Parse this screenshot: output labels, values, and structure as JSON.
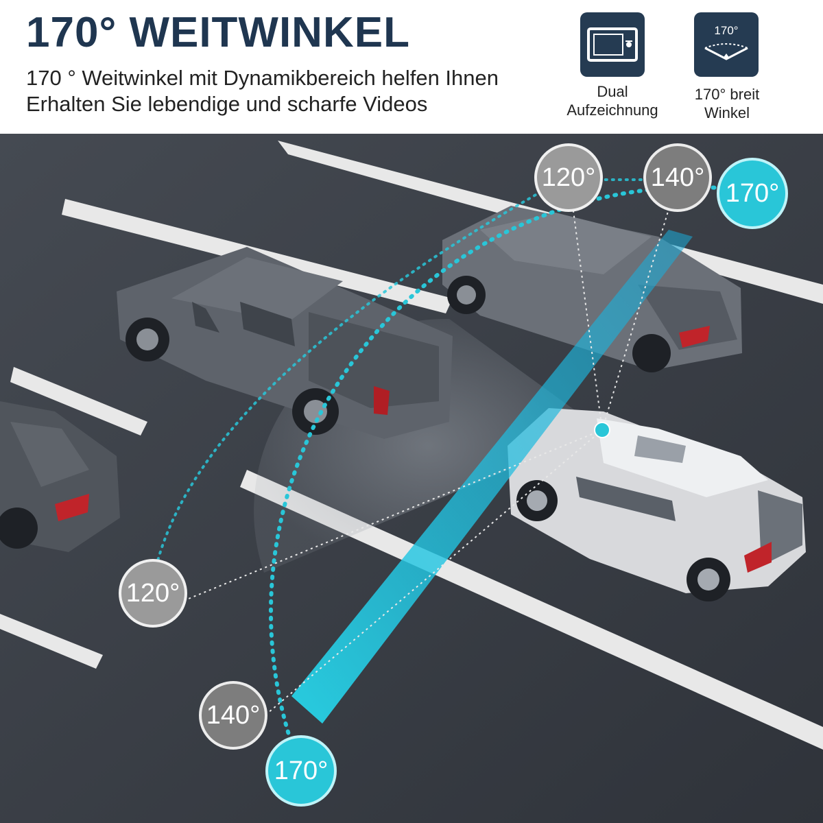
{
  "header": {
    "title": "170° WEITWINKEL",
    "description_line1": "170 ° Weitwinkel mit Dynamikbereich helfen Ihnen",
    "description_line2": "Erhalten Sie lebendige und scharfe Videos",
    "features": [
      {
        "icon": "dual-screen-icon",
        "label_line1": "Dual",
        "label_line2": "Aufzeichnung"
      },
      {
        "icon": "wide-angle-icon",
        "icon_text": "170°",
        "label_line1": "170° breit",
        "label_line2": "Winkel"
      }
    ]
  },
  "scene": {
    "angle_labels": {
      "top_120": "120°",
      "top_140": "140°",
      "top_170": "170°",
      "left_120": "120°",
      "left_140": "140°",
      "left_170": "170°"
    }
  },
  "colors": {
    "title": "#1f3650",
    "icon_tile": "#253b52",
    "road": "#3a3f47",
    "lane_marking": "#e8e8e8",
    "accent_cyan": "#29c6d8",
    "badge_grey_light": "#9a9a9a",
    "badge_grey_dark": "#7d7d7d"
  }
}
